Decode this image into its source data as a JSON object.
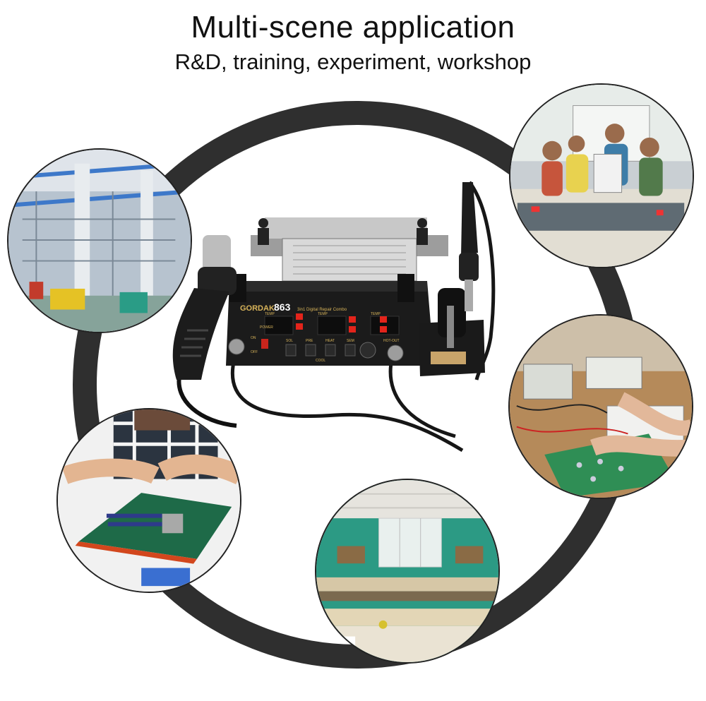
{
  "header": {
    "title": "Multi-scene application",
    "subtitle": "R&D, training, experiment, workshop"
  },
  "product": {
    "brand_label": "GORDAK",
    "model_label": "863",
    "tagline": "3in1 Digital Repair Combo",
    "panel_labels": [
      "TEMP",
      "TEMP",
      "TEMP",
      "SOL",
      "PRE",
      "HEAT",
      "SEM",
      "POWER",
      "ON",
      "OFF",
      "COOL",
      "HOT-OUT"
    ]
  },
  "scenes": [
    {
      "name": "factory"
    },
    {
      "name": "classroom-students"
    },
    {
      "name": "lab-breadboard"
    },
    {
      "name": "motherboard-repair"
    },
    {
      "name": "science-classroom"
    }
  ],
  "colors": {
    "ring": "#2f2f2f",
    "station_body": "#1b1b1b",
    "display_red": "#e3241b",
    "label_gold": "#d8b45a"
  }
}
